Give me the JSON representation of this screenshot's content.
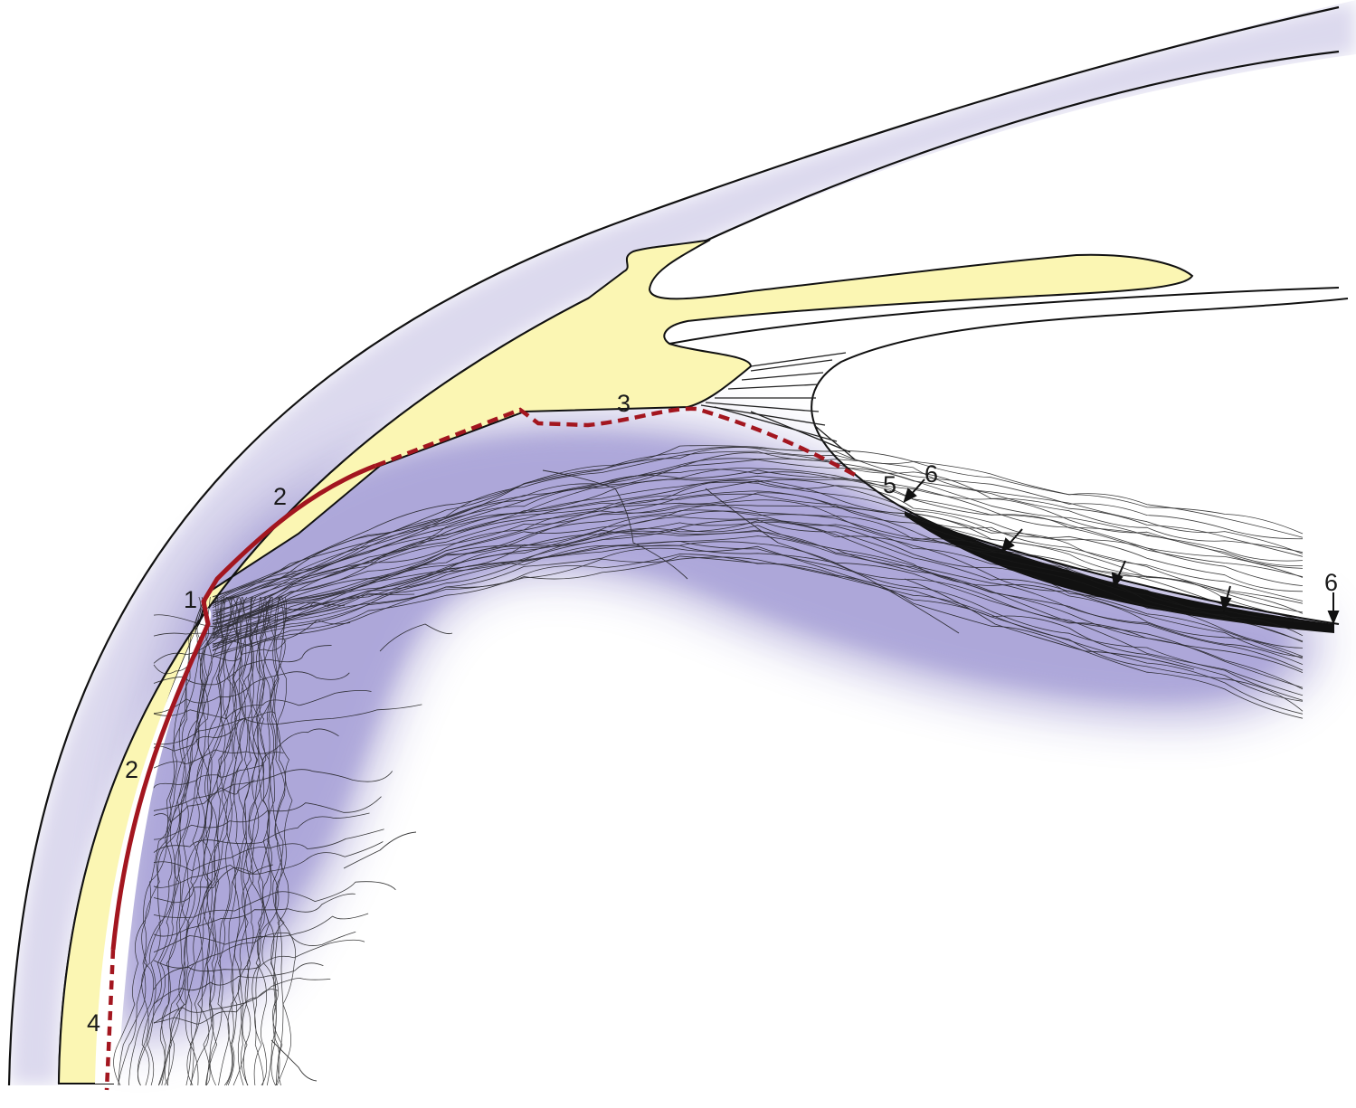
{
  "labels": {
    "l1": "1",
    "l2a": "2",
    "l2b": "2",
    "l3": "3",
    "l4": "4",
    "l5": "5",
    "l6a": "6",
    "l6b": "6"
  },
  "colors": {
    "vitreous": "#b3addb",
    "sclera_band": "#e6e4f2",
    "yellow": "#fbf6b3",
    "red": "#a3161f",
    "line": "#111111"
  }
}
